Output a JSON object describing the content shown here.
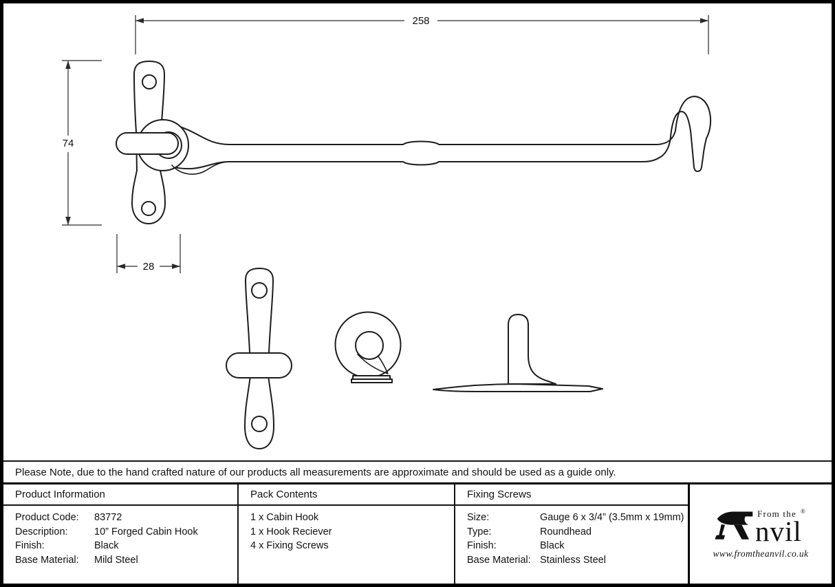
{
  "drawing": {
    "dim_length": "258",
    "dim_height": "74",
    "dim_width": "28"
  },
  "note": {
    "text": "Please Note, due to the hand crafted nature of our products all measurements are approximate and should be used as a guide only."
  },
  "table": {
    "product_information": {
      "header": "Product Information",
      "rows": [
        {
          "label": "Product Code:",
          "value": "83772"
        },
        {
          "label": "Description:",
          "value": "10” Forged Cabin Hook"
        },
        {
          "label": "Finish:",
          "value": "Black"
        },
        {
          "label": "Base Material:",
          "value": "Mild Steel"
        }
      ]
    },
    "pack_contents": {
      "header": "Pack Contents",
      "items": [
        "1 x Cabin Hook",
        "1 x Hook Reciever",
        "4 x Fixing Screws"
      ]
    },
    "fixing_screws": {
      "header": "Fixing Screws",
      "rows": [
        {
          "label": "Size:",
          "value": "Gauge 6 x 3/4” (3.5mm x 19mm)"
        },
        {
          "label": "Type:",
          "value": "Roundhead"
        },
        {
          "label": "Finish:",
          "value": "Black"
        },
        {
          "label": "Base Material:",
          "value": "Stainless Steel"
        }
      ]
    }
  },
  "logo": {
    "prefix": "From the",
    "brand": "Anvil",
    "brand_rest": "nvil",
    "registered": "®",
    "url": "www.fromtheanvil.co.uk"
  },
  "colors": {
    "line": "#1c1c1c",
    "border": "#000000",
    "background": "#ffffff"
  }
}
